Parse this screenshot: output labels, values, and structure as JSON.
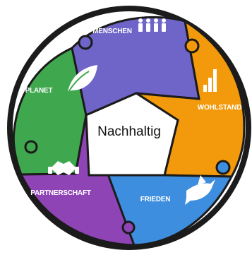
{
  "diagram": {
    "center_label": "Nachhaltig",
    "segments": [
      {
        "id": "menschen",
        "label": "MENSCHEN",
        "color": "#6f65c8",
        "icon": "people-icon"
      },
      {
        "id": "wohlstand",
        "label": "WOHLSTAND",
        "color": "#f29a0b",
        "icon": "bar-chart-icon"
      },
      {
        "id": "frieden",
        "label": "FRIEDEN",
        "color": "#3e8ee0",
        "icon": "dove-icon"
      },
      {
        "id": "partnerschaft",
        "label": "PARTNERSCHAFT",
        "color": "#8e44b5",
        "icon": "handshake-icon"
      },
      {
        "id": "planet",
        "label": "PLANET",
        "color": "#3fa84e",
        "icon": "leaf-icon"
      }
    ],
    "ring_color": "#1b1b1b",
    "center_fill": "#ffffff"
  }
}
